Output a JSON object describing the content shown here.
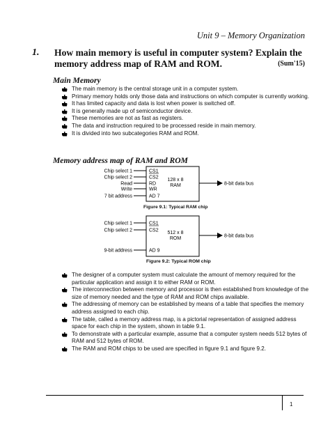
{
  "header": {
    "unit": "Unit 9 – Memory Organization"
  },
  "question": {
    "number": "1.",
    "text": "How main memory is useful in computer system? Explain the memory address map of RAM and ROM.",
    "tag": "(Sum'15)"
  },
  "main_memory": {
    "heading": "Main Memory",
    "bullets": [
      "The main memory is the central storage unit in a computer system.",
      "Primary memory holds only those data and instructions on which computer is currently working.",
      "It has limited capacity and data is lost when power is switched off.",
      "It is generally made up of semiconductor device.",
      "These memories are not as fast as registers.",
      "The data and instruction required to be processed reside in main memory.",
      "It is divided into two subcategories RAM and ROM."
    ]
  },
  "address_map": {
    "heading": "Memory address map of RAM and ROM",
    "ram_fig": {
      "inputs": [
        "Chip select 1",
        "Chip select 2",
        "Read",
        "Write",
        "7 bit address"
      ],
      "pins": [
        "CS1",
        "CS2",
        "RD",
        "WR",
        "AD 7"
      ],
      "label_1": "128 x 8",
      "label_2": "RAM",
      "bus": "8-bit data bus",
      "caption": "Figure 9.1: Typical  RAM  chip"
    },
    "rom_fig": {
      "inputs": [
        "Chip select 1",
        "Chip select 2",
        "9-bit address"
      ],
      "pins": [
        "CS1",
        "CS2",
        "AD 9"
      ],
      "label_1": "512 x 8",
      "label_2": "ROM",
      "bus": "8-bit data bus",
      "caption": "Figure 9.2: Typical ROM chip"
    },
    "bullets": [
      "The designer of a computer system must calculate the amount of memory required for the particular application and assign it to either RAM or ROM.",
      "The interconnection between memory and processor is then established from knowledge of the size of memory needed and the type of RAM and ROM chips available.",
      "The addressing of memory can be established by means of a table that specifies the memory address assigned to each chip.",
      "The table, called a memory address map, is a pictorial representation of assigned address space for each chip in the system, shown in table 9.1.",
      "To demonstrate with a particular example, assume that a computer system needs 512 bytes of RAM and 512 bytes of ROM.",
      "The RAM and ROM chips to be used are specified in figure 9.1 and figure 9.2."
    ]
  },
  "footer": {
    "page": "1"
  },
  "icons": {
    "bullet": "hand-pointer-icon"
  }
}
